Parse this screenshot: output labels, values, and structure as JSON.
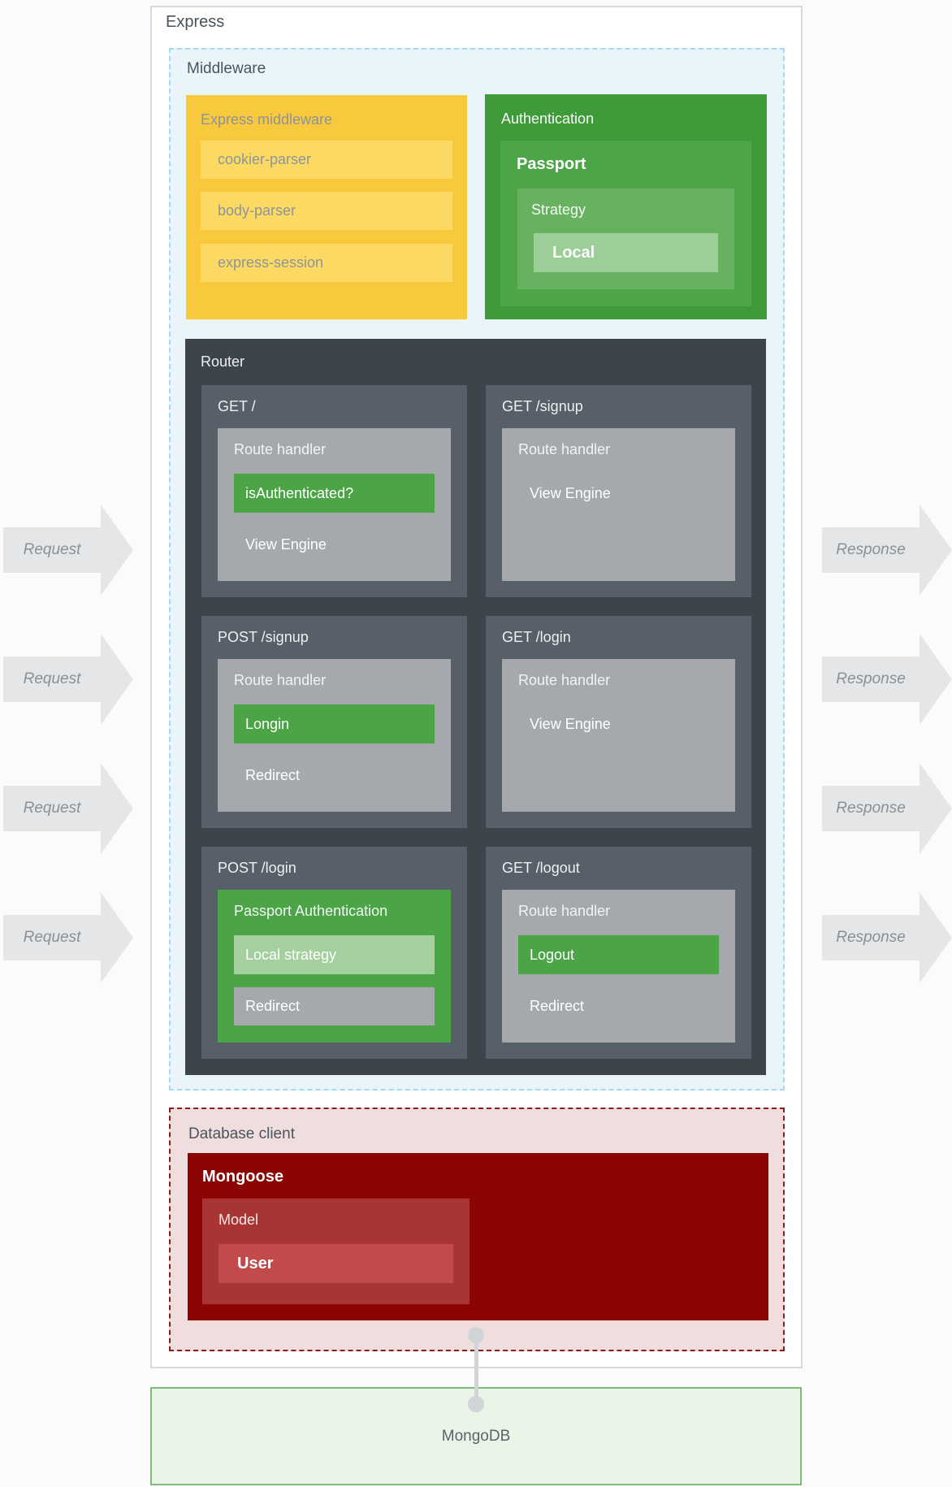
{
  "colors": {
    "yellow_box": "#f8c93d",
    "yellow_item": "#fbd963",
    "auth_green": "#3f9b3a",
    "passport_green": "#4ca546",
    "strategy_green": "#67b160",
    "local_green": "#9cce97",
    "router_dark": "#3e444c",
    "route_card": "#575f68",
    "handler_gray": "#6a727b",
    "item_green": "#4ba446",
    "item_gray": "#a5a9ad",
    "item_lightgreen": "#a3d09e",
    "mongoose_red": "#8b0505",
    "model_red": "#a83434",
    "user_red": "#c14b4b",
    "db_client_bg": "#f0dede",
    "db_client_border": "#8e1b1b",
    "middleware_bg": "#e9f4fb",
    "middleware_border": "#a7d8ef",
    "mongodb_bg": "#eaf4e7",
    "mongodb_border": "#7fb97c",
    "arrow_gray": "#e5e6e7"
  },
  "express": {
    "title": "Express"
  },
  "middleware": {
    "title": "Middleware",
    "express_middleware": {
      "title": "Express middleware",
      "items": [
        "cookier-parser",
        "body-parser",
        "express-session"
      ]
    },
    "authentication": {
      "title": "Authentication",
      "passport": "Passport",
      "strategy": "Strategy",
      "local": "Local"
    },
    "router": {
      "title": "Router",
      "cards": [
        {
          "title": "GET /",
          "handler": "Route handler",
          "handler_kind": "gray",
          "items": [
            {
              "label": "isAuthenticated?",
              "kind": "green"
            },
            {
              "label": "View Engine",
              "kind": "gray"
            }
          ]
        },
        {
          "title": "GET /signup",
          "handler": "Route handler",
          "handler_kind": "gray",
          "items": [
            {
              "label": "View Engine",
              "kind": "gray"
            }
          ]
        },
        {
          "title": "POST /signup",
          "handler": "Route handler",
          "handler_kind": "gray",
          "items": [
            {
              "label": "Longin",
              "kind": "green"
            },
            {
              "label": "Redirect",
              "kind": "gray"
            }
          ]
        },
        {
          "title": "GET /login",
          "handler": "Route handler",
          "handler_kind": "gray",
          "items": [
            {
              "label": "View Engine",
              "kind": "gray"
            }
          ]
        },
        {
          "title": "POST /login",
          "handler": "Passport Authentication",
          "handler_kind": "green",
          "items": [
            {
              "label": "Local strategy",
              "kind": "lightgreen"
            },
            {
              "label": "Redirect",
              "kind": "gray"
            }
          ]
        },
        {
          "title": "GET /logout",
          "handler": "Route handler",
          "handler_kind": "gray",
          "items": [
            {
              "label": "Logout",
              "kind": "green"
            },
            {
              "label": "Redirect",
              "kind": "gray"
            }
          ]
        }
      ]
    }
  },
  "database_client": {
    "title": "Database client",
    "mongoose": "Mongoose",
    "model": "Model",
    "user": "User"
  },
  "mongodb": {
    "title": "MongoDB"
  },
  "arrows": {
    "request": "Request",
    "response": "Response"
  }
}
